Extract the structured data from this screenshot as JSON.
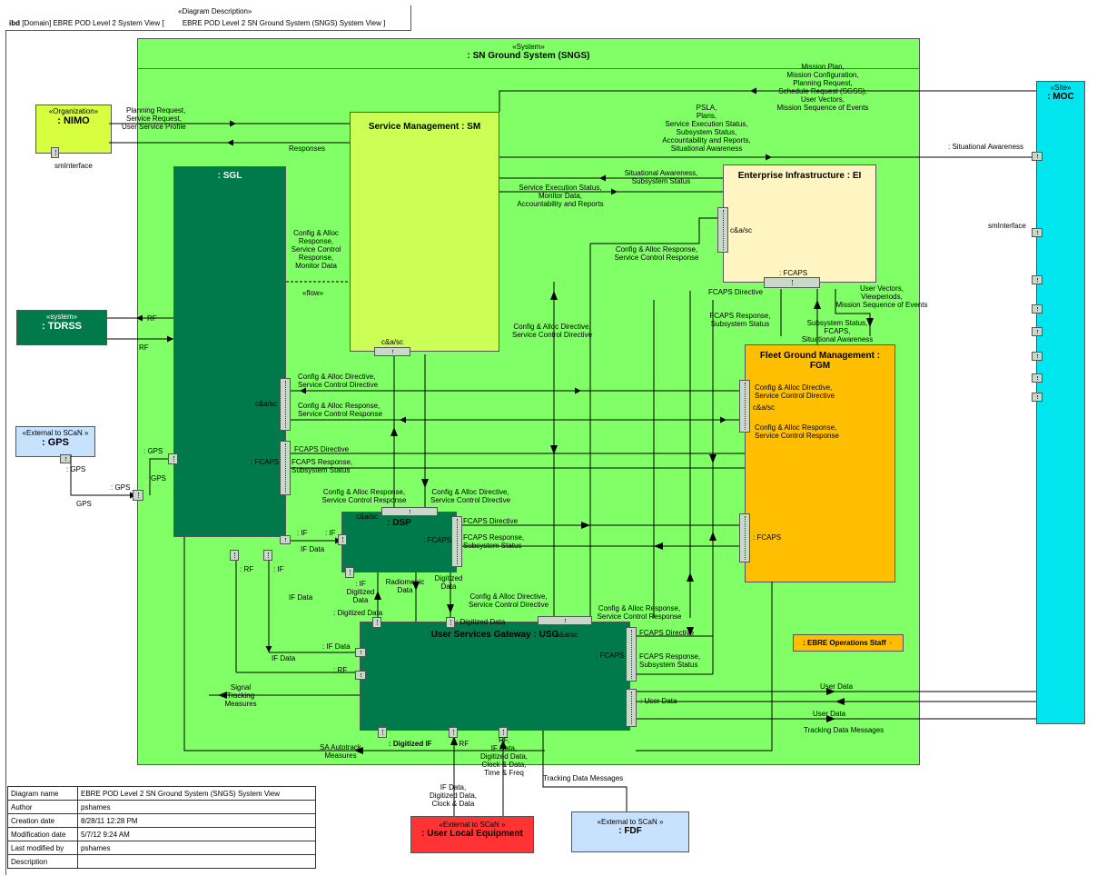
{
  "header": {
    "stereotype": "«Diagram Description»",
    "kind": "ibd",
    "title": "[Domain] EBRE POD Level 2 System View [",
    "subtitle": "EBRE POD Level 2 SN Ground System (SNGS) System View ]"
  },
  "sngs": {
    "stereotype": "«System»",
    "title": ": SN Ground System (SNGS)"
  },
  "nimo": {
    "stereotype": "«Organization»",
    "title": ": NIMO",
    "port": "smInterface"
  },
  "tdrss": {
    "stereotype": "«system»",
    "title": ": TDRSS"
  },
  "gps": {
    "stereotype": "«External to SCaN »",
    "title": ": GPS"
  },
  "moc": {
    "stereotype": "«Site»",
    "title": ": MOC",
    "port": "smInterface"
  },
  "sm": {
    "title": "Service Management : SM",
    "port": "c&a/sc"
  },
  "sgl": {
    "title": ": SGL"
  },
  "ei": {
    "title": "Enterprise Infrastructure : EI",
    "port_casc": "c&a/sc",
    "port_fcaps": ": FCAPS"
  },
  "fgm": {
    "title_line1": "Fleet Ground Management :",
    "title_line2": "FGM",
    "port_casc": "c&a/sc",
    "port_fcaps": ": FCAPS"
  },
  "dsp": {
    "title": ": DSP",
    "port_casc": "c&a/sc",
    "port_fcaps": ": FCAPS"
  },
  "usg": {
    "title": "User Services Gateway : USG",
    "port_casc": "c&a/sc",
    "port_fcaps": ": FCAPS",
    "port_userdata": ": User Data",
    "port_digif": ": Digitized IF",
    "port_rf": ": RF"
  },
  "ule": {
    "stereotype": "«External to SCaN »",
    "title": ": User Local Equipment"
  },
  "fdf": {
    "stereotype": "«External to SCaN »",
    "title": ": FDF"
  },
  "ops": {
    "title": ": EBRE Operations Staff"
  },
  "labels": {
    "nimo_req": [
      "Planning Request,",
      "Service Request,",
      "User Service Profile"
    ],
    "responses": "Responses",
    "moc_in": [
      "Mission Plan,",
      "Mission Configuration,",
      "Planning Request,",
      "Schedule Request (SGSS),",
      "User Vectors,",
      "Mission Sequence of Events"
    ],
    "moc_out": [
      "PSLA,",
      "Plans,",
      "Service Execution Status,",
      "Subsystem Status,",
      "Accountability and Reports,",
      "Situational Awareness"
    ],
    "situational": ": Situational Awareness",
    "ei_to_sm": [
      "Situational Awareness,",
      "Subsystem Status"
    ],
    "sm_to_ei": [
      "Service Execution Status,",
      "Monitor Data,",
      "Accountability and Reports"
    ],
    "sgl_to_sm": [
      "Config & Alloc",
      "Response,",
      "Service Control",
      "Response,",
      "Monitor Data"
    ],
    "flow": "«flow»",
    "ei_casc_resp": [
      "Config & Alloc Response,",
      "Service Control Response"
    ],
    "fcaps_directive": "FCAPS Directive",
    "fcaps_resp_sub": [
      "FCAPS Response,",
      "Subsystem Status"
    ],
    "moc_uv": [
      "User Vectors,",
      "Viewperiods,",
      "Mission Sequence of Events"
    ],
    "fgm_sub": [
      "Subsystem Status,",
      "FCAPS,",
      "Situational Awareness"
    ],
    "sm_dir": [
      "Config & Alloc Directive,",
      "Service Control Directive"
    ],
    "rf": "RF",
    "casc": "c&a/sc",
    "sgl_fcaps": ": FCAPS",
    "gps_port": ": GPS",
    "gps_word": "GPS",
    "if_port": ": IF",
    "if_data": "IF Data",
    "rf_port": ": RF",
    "dsp_if": [
      ": IF",
      "Digitized",
      "Data"
    ],
    "radiometric": [
      "Radiometric",
      "Data"
    ],
    "digitized_data": [
      "Digitized",
      "Data"
    ],
    "digitized_data_port": ": Digitized Data",
    "if_data_port": ": IF Data",
    "signal": [
      "Signal",
      "Tracking",
      "Measures"
    ],
    "sa_autotrack": [
      "SA  Autotrack",
      "Measures"
    ],
    "user_data": "User Data",
    "tracking_msgs": "Tracking Data Messages",
    "usg_rf_out": [
      "RF,",
      "IF Data,",
      "Digitized Data,",
      "Clock & Data,",
      "Time & Freq"
    ],
    "ule_in": [
      "IF Data,",
      "Digitized Data,",
      "Clock & Data"
    ]
  },
  "meta": {
    "rows": [
      {
        "key": "Diagram name",
        "value": "EBRE POD Level 2 SN Ground System (SNGS) System View"
      },
      {
        "key": "Author",
        "value": "pshames"
      },
      {
        "key": "Creation date",
        "value": "8/28/11 12:28 PM"
      },
      {
        "key": "Modification date",
        "value": "5/7/12 9:24 AM"
      },
      {
        "key": "Last modified by",
        "value": "pshames"
      },
      {
        "key": "Description",
        "value": ""
      }
    ]
  },
  "colors": {
    "sngs": "#80ff66",
    "nimo": "#d7ff40",
    "sm": "#ccff55",
    "sgl": "#007a4a",
    "tdrss": "#007a4a",
    "gps": "#c6e2ff",
    "moc": "#00e5ee",
    "ei": "#fff5c2",
    "fgm": "#ffbf00",
    "ule": "#ff3333",
    "fdf": "#c6e2ff",
    "ops": "#ffbf00"
  }
}
